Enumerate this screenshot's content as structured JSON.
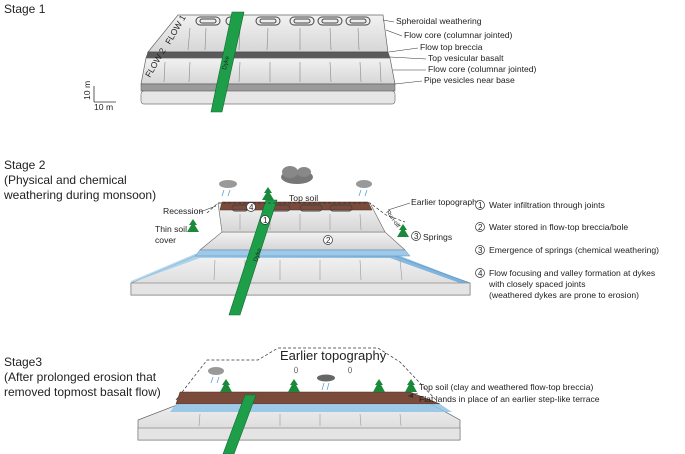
{
  "stage1": {
    "title": "Stage 1",
    "flow2": "FLOW 2",
    "flow1": "FLOW 1",
    "dyke": "Dyke",
    "scale_v": "10 m",
    "scale_h": "10 m",
    "labels": [
      "Spheroidal weathering",
      "Flow core (columnar jointed)",
      "Flow top breccia",
      "Top vesicular basalt",
      "Flow core (columnar jointed)",
      "Pipe vesicles near base"
    ]
  },
  "stage2": {
    "title_line1": "Stage 2",
    "title_line2": "(Physical and chemical",
    "title_line3": "weathering during monsoon)",
    "top_soil": "Top soil",
    "earlier_topography": "Earlier topography",
    "recession": "Recession",
    "thin_soil_line1": "Thin soil",
    "thin_soil_line2": "cover",
    "springs": "Springs",
    "runoff": "Run-off",
    "dyke": "Dyke",
    "legend": [
      {
        "num": "1",
        "text": "Water infiltration through joints"
      },
      {
        "num": "2",
        "text": "Water stored in flow-top breccia/bole"
      },
      {
        "num": "3",
        "text": "Emergence of springs (chemical weathering)"
      },
      {
        "num": "4",
        "text": "Flow focusing and valley formation at dykes",
        "line2": "with closely spaced joints",
        "line3": "(weathered dykes are prone to erosion)"
      }
    ]
  },
  "stage3": {
    "title_line1": "Stage3",
    "title_line2": "(After prolonged erosion that",
    "title_line3": "removed topmost basalt flow)",
    "earlier_topography": "Earlier topography",
    "label_top_soil": "Top soil (clay and weathered flow-top breccia)",
    "label_flat": "Flat lands in place of an earlier step-like terrace"
  },
  "colors": {
    "dyke": "#1f9e4a",
    "soil": "#7a4a3a",
    "water": "#7fb8e0",
    "block": "#e8e8e8",
    "tree": "#1a8a3a"
  }
}
